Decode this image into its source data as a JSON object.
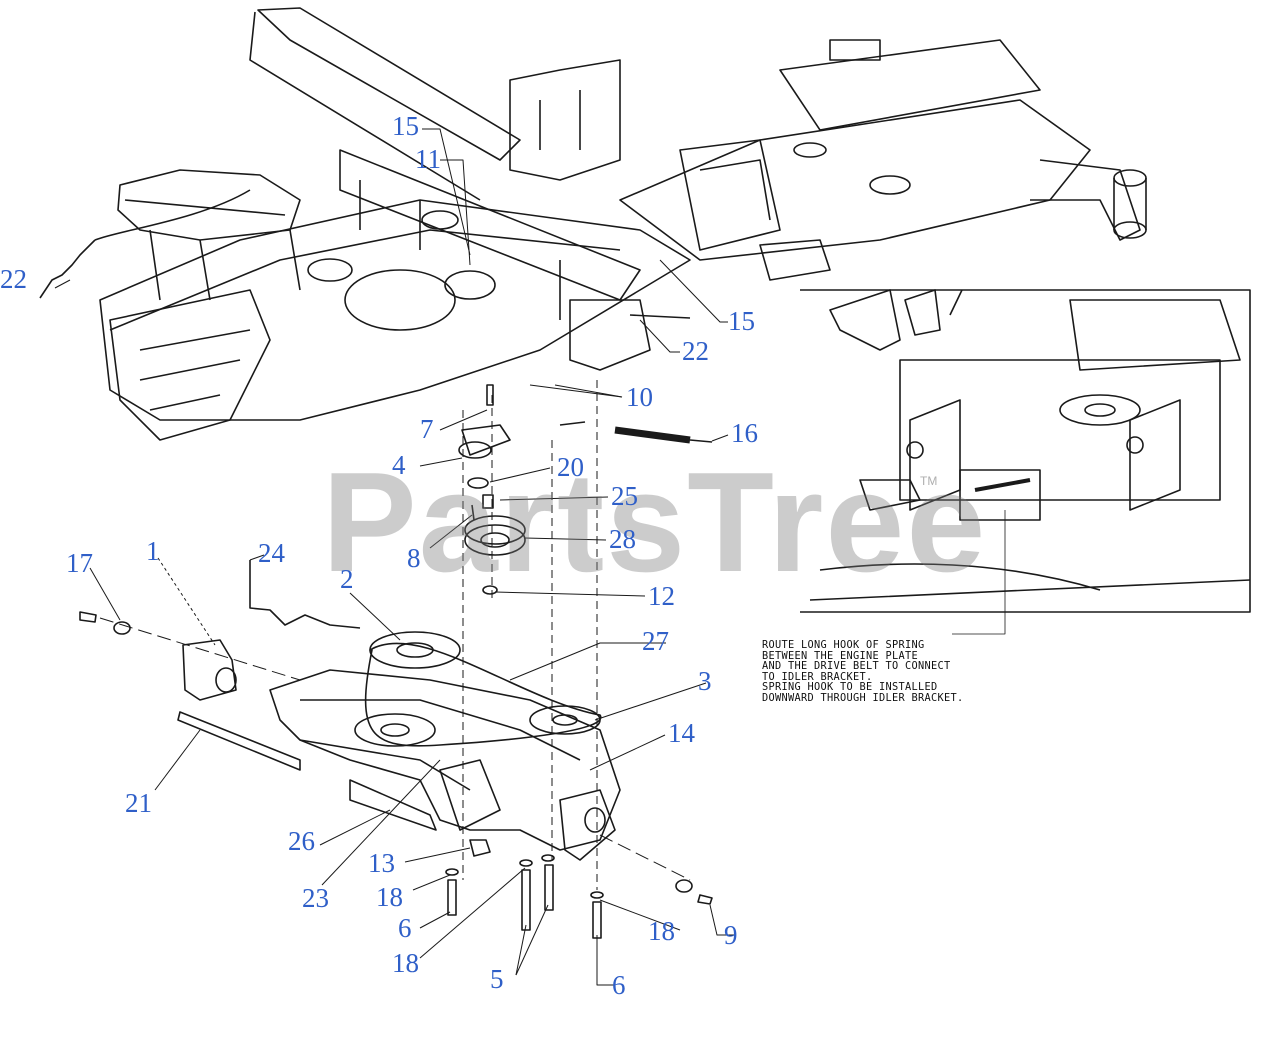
{
  "watermark": "PartsTree",
  "trademark": "TM",
  "note": "ROUTE LONG HOOK OF SPRING\nBETWEEN THE ENGINE PLATE\nAND THE DRIVE BELT TO CONNECT\nTO IDLER BRACKET.\nSPRING HOOK TO BE INSTALLED\nDOWNWARD THROUGH IDLER BRACKET.",
  "callouts": {
    "c15a": "15",
    "c11": "11",
    "c22a": "22",
    "c15b": "15",
    "c22b": "22",
    "c10": "10",
    "c7": "7",
    "c16": "16",
    "c4": "4",
    "c20": "20",
    "c25": "25",
    "c8": "8",
    "c28": "28",
    "c17": "17",
    "c1": "1",
    "c24": "24",
    "c2": "2",
    "c12": "12",
    "c27": "27",
    "c3": "3",
    "c14": "14",
    "c21": "21",
    "c26": "26",
    "c13": "13",
    "c23": "23",
    "c18a": "18",
    "c6a": "6",
    "c18b": "18",
    "c5": "5",
    "c18c": "18",
    "c6b": "6",
    "c9": "9"
  }
}
